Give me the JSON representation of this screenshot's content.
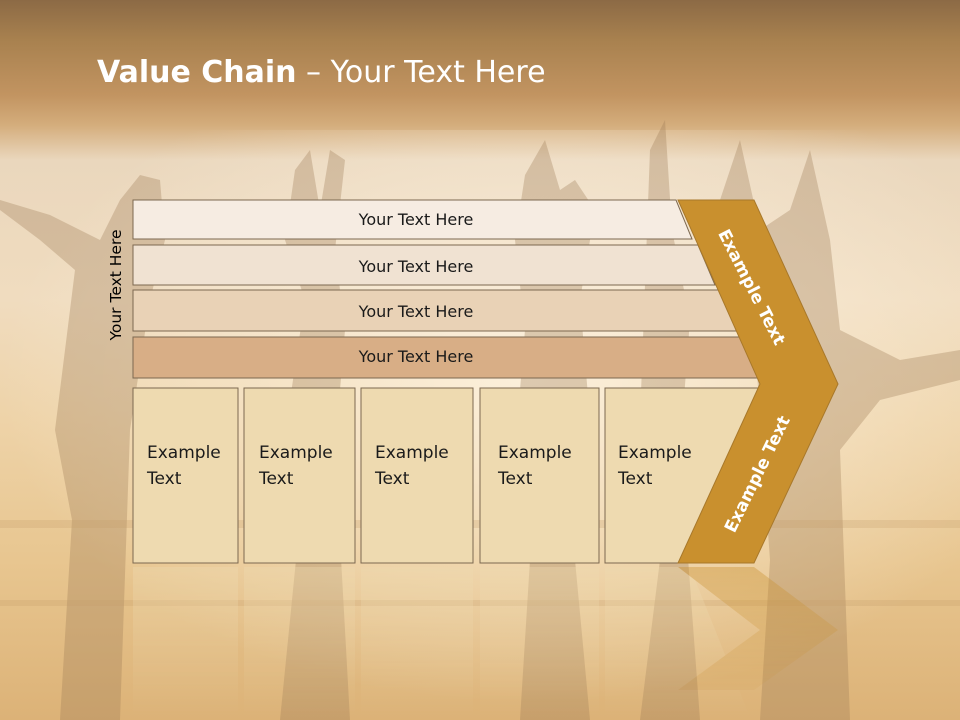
{
  "slide": {
    "title_bold": "Value Chain",
    "title_rest": " – Your Text Here",
    "side_label": "Your Text Here",
    "bars": [
      "Your Text Here",
      "Your Text Here",
      "Your Text Here",
      "Your Text Here"
    ],
    "columns": [
      {
        "line1": "Example",
        "line2": "Text"
      },
      {
        "line1": "Example",
        "line2": "Text"
      },
      {
        "line1": "Example",
        "line2": "Text"
      },
      {
        "line1": "Example",
        "line2": "Text"
      },
      {
        "line1": "Example",
        "line2": "Text"
      }
    ],
    "arrow_upper": "Example Text",
    "arrow_lower": "Example Text"
  },
  "colors": {
    "bar_fills": [
      "#f6ece2",
      "#f0e2d2",
      "#e9d2b6",
      "#d8ae86"
    ],
    "column_fill": "#eedab0",
    "arrow_fill": "#c9902e",
    "border": "#7c6850"
  }
}
